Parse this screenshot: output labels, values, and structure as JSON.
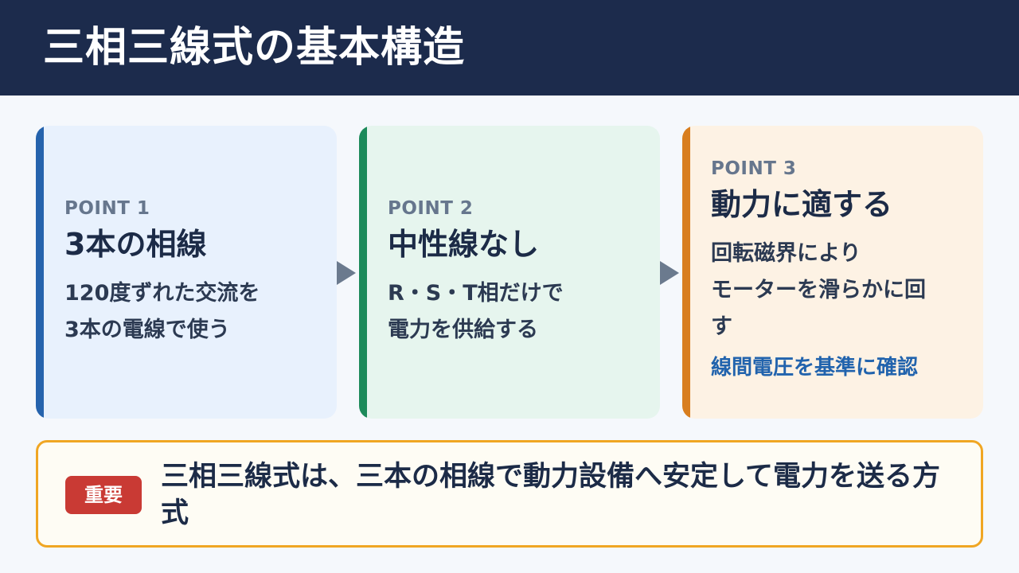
{
  "header": {
    "title": "三相三線式の基本構造"
  },
  "cards": [
    {
      "point": "POINT 1",
      "title": "3本の相線",
      "lines": [
        "120度ずれた交流を",
        "3本の電線で使う"
      ],
      "accent": "#2563ad",
      "background": "#e8f1fd"
    },
    {
      "point": "POINT 2",
      "title": "中性線なし",
      "lines": [
        "R・S・T相だけで",
        "電力を供給する"
      ],
      "accent": "#1c8a5a",
      "background": "#e6f5ee"
    },
    {
      "point": "POINT 3",
      "title": "動力に適する",
      "lines": [
        "回転磁界により",
        "モーターを滑らかに回",
        "す"
      ],
      "note": "線間電圧を基準に確認",
      "accent": "#d87e1f",
      "background": "#fdf2e4"
    }
  ],
  "important": {
    "badge": "重要",
    "text": "三相三線式は、三本の相線で動力設備へ安定して電力を送る方式",
    "border_color": "#f0a623",
    "badge_color": "#c93a34"
  }
}
